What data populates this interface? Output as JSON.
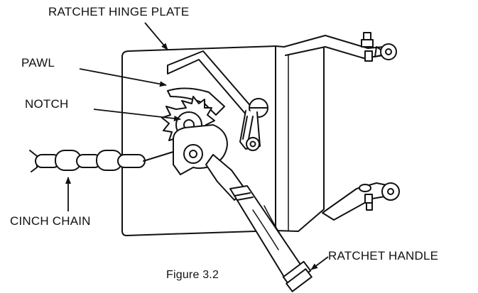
{
  "labels": {
    "ratchet_hinge_plate": "RATCHET HINGE PLATE",
    "pawl": "PAWL",
    "notch": "NOTCH",
    "cinch_chain": "CINCH CHAIN",
    "ratchet_handle": "RATCHET HANDLE"
  },
  "caption": "Figure 3.2",
  "colors": {
    "ink": "#111111",
    "background": "#ffffff"
  }
}
